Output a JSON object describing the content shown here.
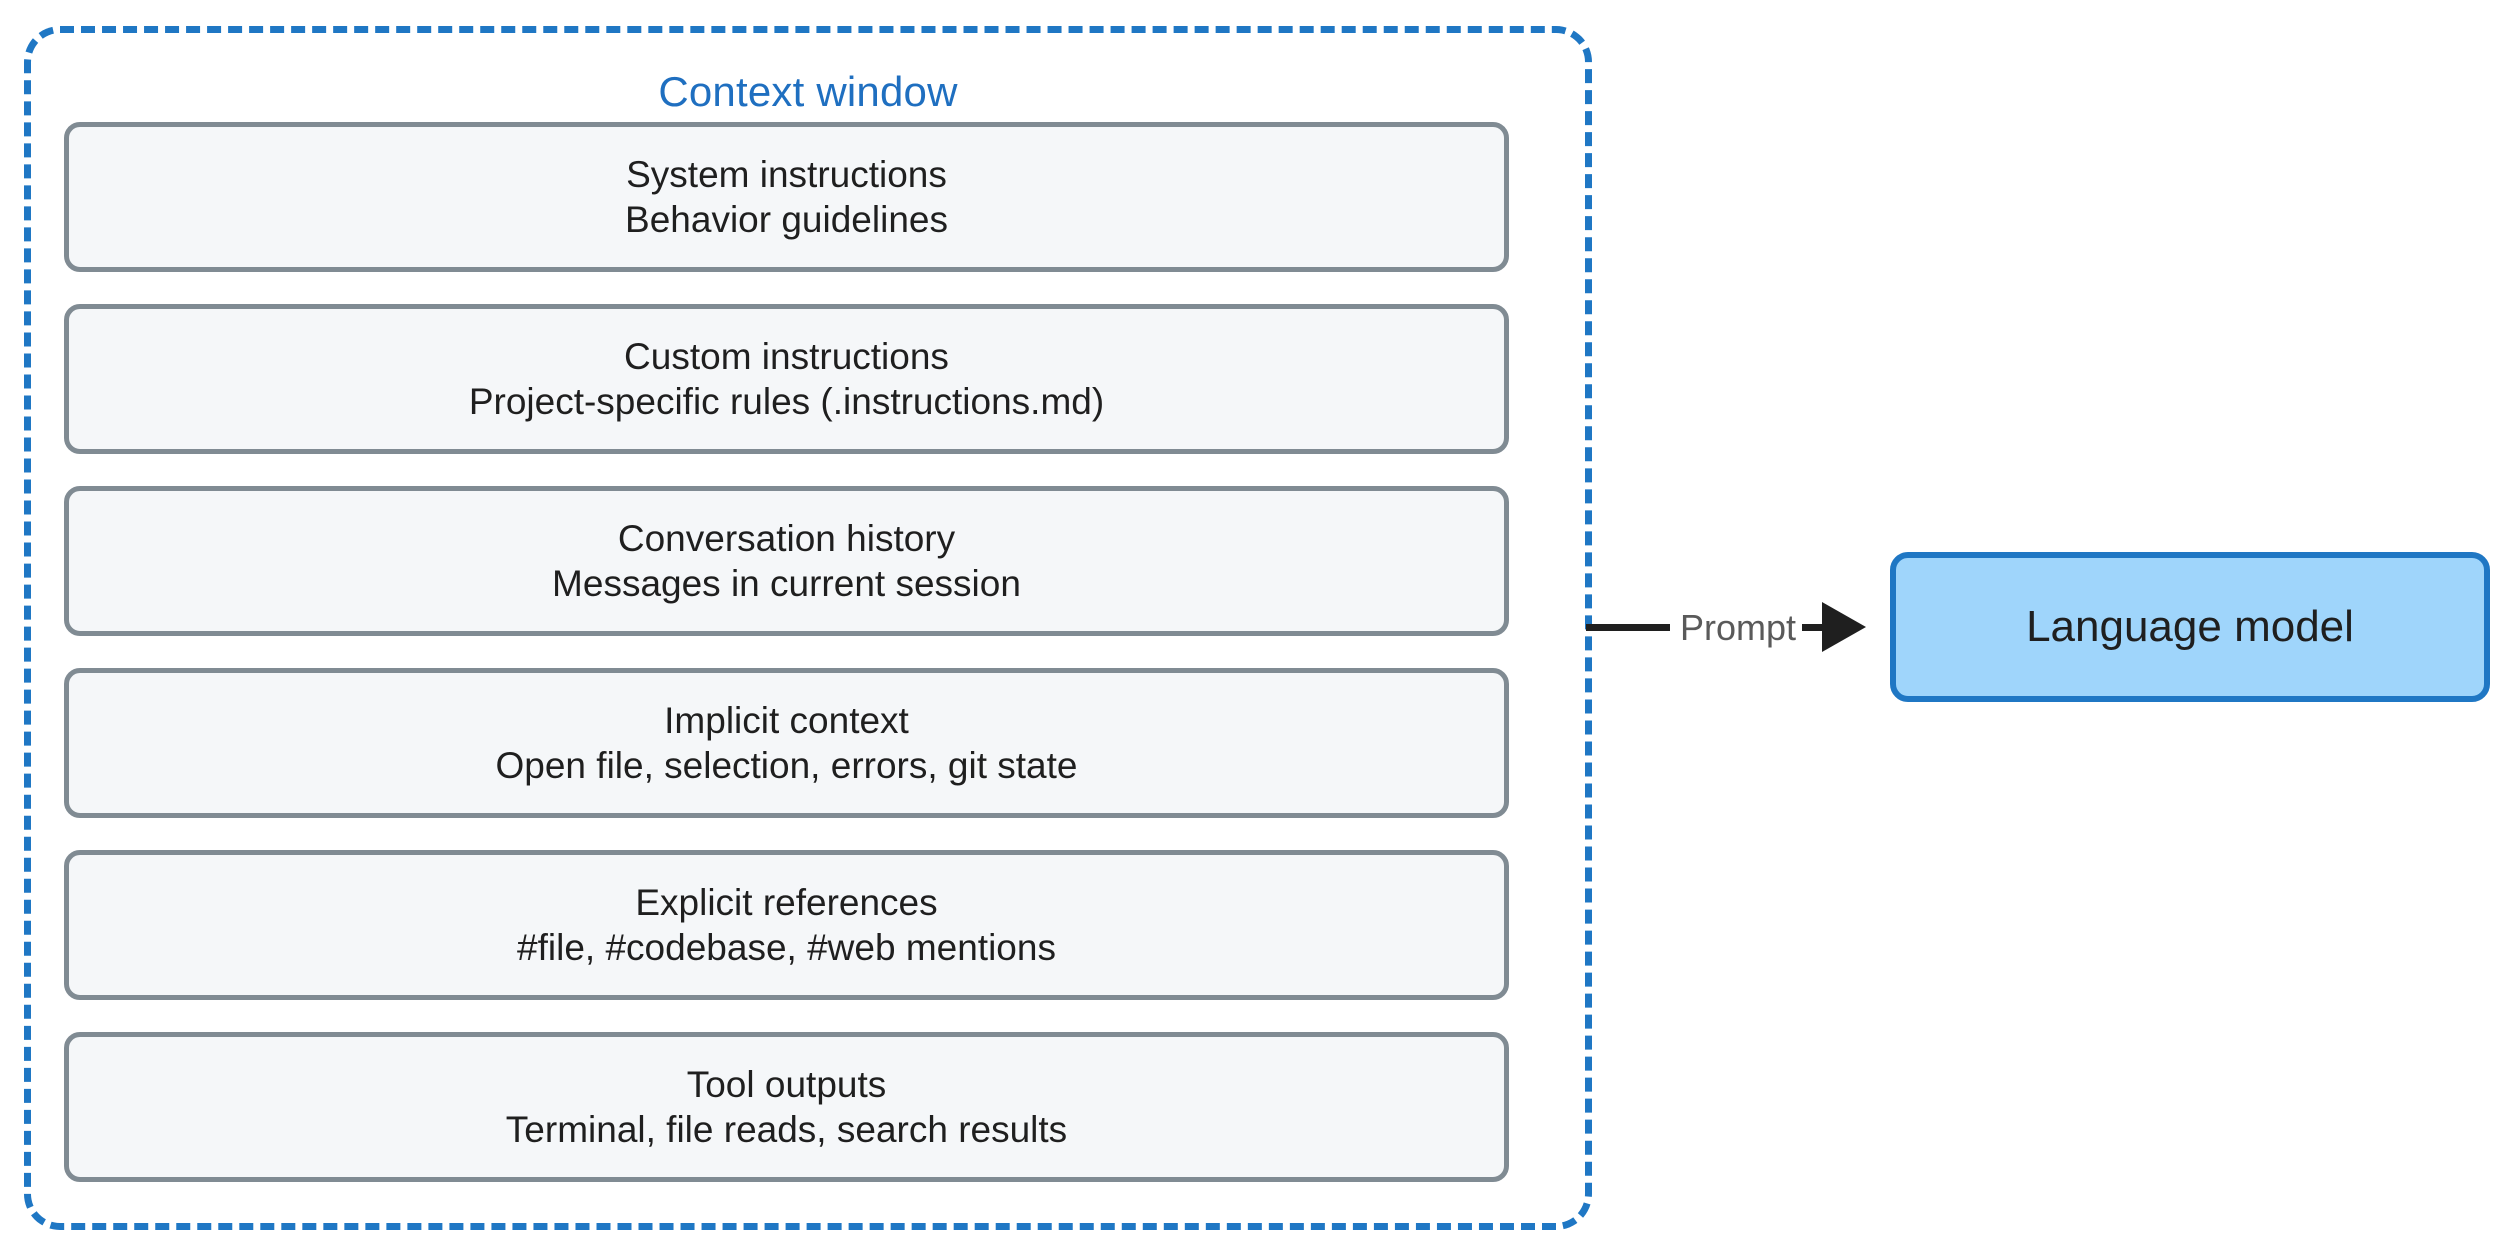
{
  "diagram": {
    "type": "flow-diagram",
    "background_color": "#ffffff",
    "context_window": {
      "title": "Context window",
      "title_color": "#1f6fc0",
      "border_color": "#1f77c4",
      "border_style": "dashed",
      "slots": [
        {
          "title": "System instructions",
          "subtitle": "Behavior guidelines"
        },
        {
          "title": "Custom instructions",
          "subtitle": "Project-specific rules (.instructions.md)"
        },
        {
          "title": "Conversation history",
          "subtitle": "Messages in current session"
        },
        {
          "title": "Implicit context",
          "subtitle": "Open file, selection, errors, git state"
        },
        {
          "title": "Explicit references",
          "subtitle": "#file, #codebase, #web mentions"
        },
        {
          "title": "Tool outputs",
          "subtitle": "Terminal, file reads, search results"
        }
      ],
      "slot_fill_color": "#f5f7f9",
      "slot_border_color": "#808b93"
    },
    "connector": {
      "label": "Prompt",
      "label_color": "#5a5a5a",
      "line_color": "#1f1f1f",
      "arrow_direction": "right"
    },
    "language_model": {
      "label": "Language model",
      "fill_color": "#9fd5fb",
      "border_color": "#1f77c4",
      "text_color": "#1f1f1f"
    }
  }
}
